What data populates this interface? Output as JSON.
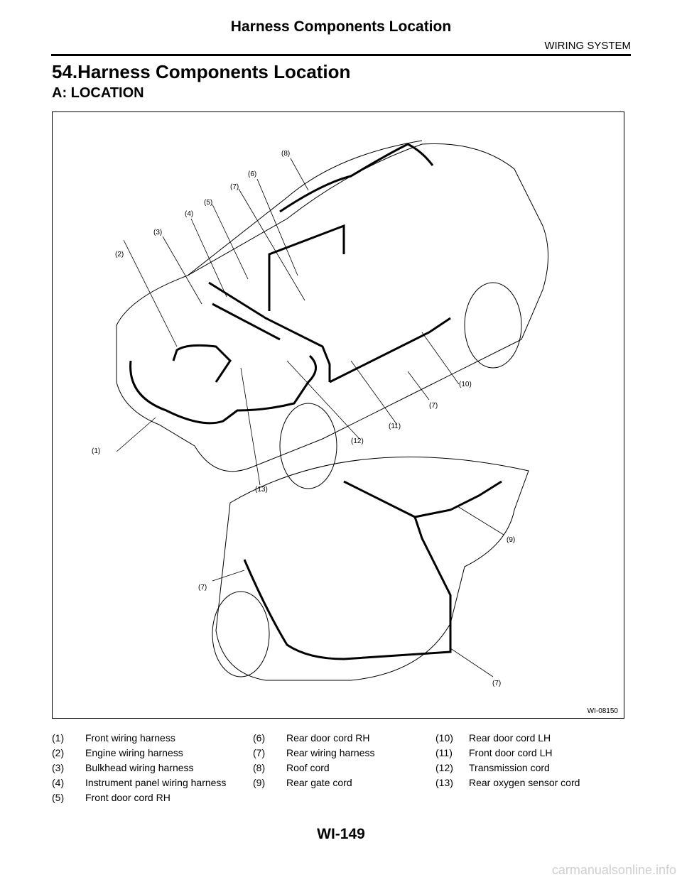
{
  "header": {
    "title": "Harness Components Location",
    "section": "WIRING SYSTEM"
  },
  "doc": {
    "title": "54.Harness Components Location",
    "subtitle": "A:  LOCATION"
  },
  "figure": {
    "id": "WI-08150",
    "callouts": [
      "(1)",
      "(2)",
      "(3)",
      "(4)",
      "(5)",
      "(7)",
      "(6)",
      "(8)",
      "(10)",
      "(7)",
      "(11)",
      "(12)",
      "(13)",
      "(9)",
      "(7)",
      "(7)"
    ]
  },
  "legend": [
    {
      "num": "(1)",
      "label": "Front wiring harness"
    },
    {
      "num": "(2)",
      "label": "Engine wiring harness"
    },
    {
      "num": "(3)",
      "label": "Bulkhead wiring harness"
    },
    {
      "num": "(4)",
      "label": "Instrument panel wiring harness"
    },
    {
      "num": "(5)",
      "label": "Front door cord RH"
    },
    {
      "num": "(6)",
      "label": "Rear door cord RH"
    },
    {
      "num": "(7)",
      "label": "Rear wiring harness"
    },
    {
      "num": "(8)",
      "label": "Roof cord"
    },
    {
      "num": "(9)",
      "label": "Rear gate cord"
    },
    {
      "num": "(10)",
      "label": "Rear door cord LH"
    },
    {
      "num": "(11)",
      "label": "Front door cord LH"
    },
    {
      "num": "(12)",
      "label": "Transmission cord"
    },
    {
      "num": "(13)",
      "label": "Rear oxygen sensor cord"
    }
  ],
  "footer": {
    "page": "WI-149"
  },
  "watermark": "carmanualsonline.info"
}
